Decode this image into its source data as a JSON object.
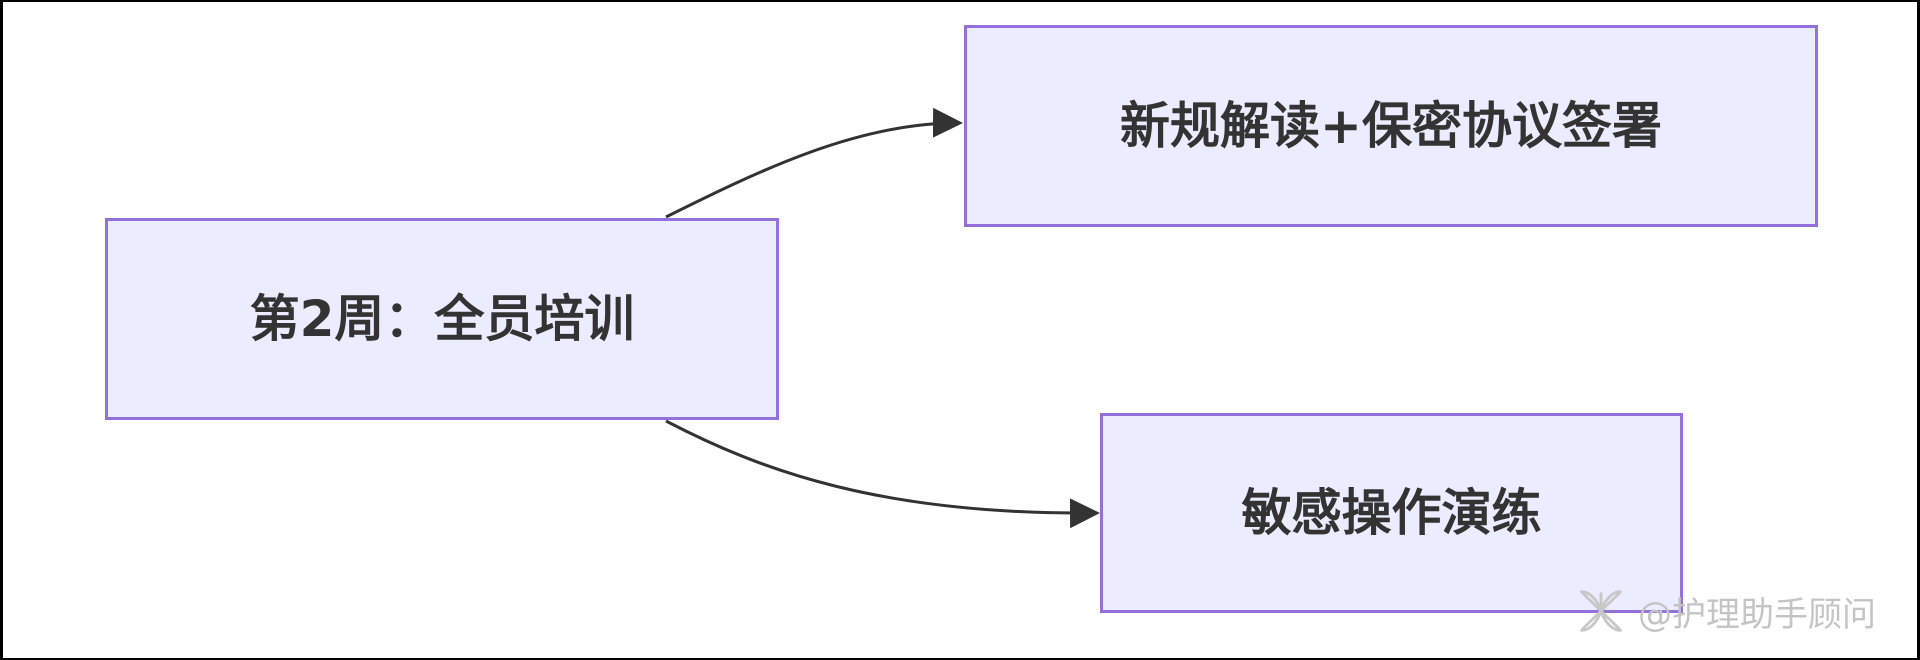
{
  "diagram": {
    "nodes": [
      {
        "id": "training",
        "label": "第2周：全员培训"
      },
      {
        "id": "regulation",
        "label": "新规解读+保密协议签署"
      },
      {
        "id": "drill",
        "label": "敏感操作演练"
      }
    ],
    "edges": [
      {
        "from": "training",
        "to": "regulation"
      },
      {
        "from": "training",
        "to": "drill"
      }
    ]
  },
  "watermark": {
    "logo_icon": "flower-logo-icon",
    "text": "@护理助手顾问"
  }
}
